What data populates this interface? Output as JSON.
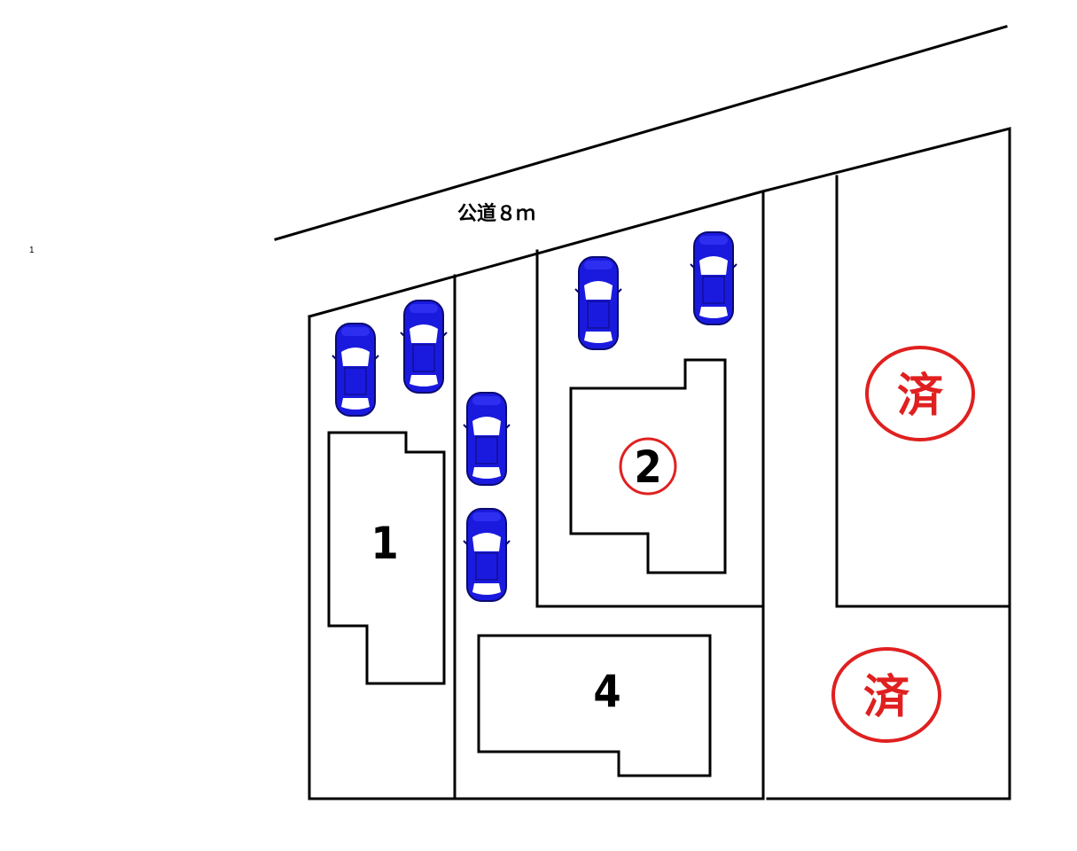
{
  "page_number": "1",
  "road": {
    "label": "公道８ｍ"
  },
  "lots": [
    {
      "id": "lot-1",
      "number": "1"
    },
    {
      "id": "lot-2",
      "number": "2"
    },
    {
      "id": "lot-4",
      "number": "4"
    },
    {
      "id": "lot-sold-upper",
      "status": "済"
    },
    {
      "id": "lot-sold-lower",
      "status": "済"
    }
  ],
  "colors": {
    "car": "#1a1adf",
    "sold_mark": "#e02020",
    "lines": "#000000"
  },
  "icons": [
    "car-icon"
  ]
}
